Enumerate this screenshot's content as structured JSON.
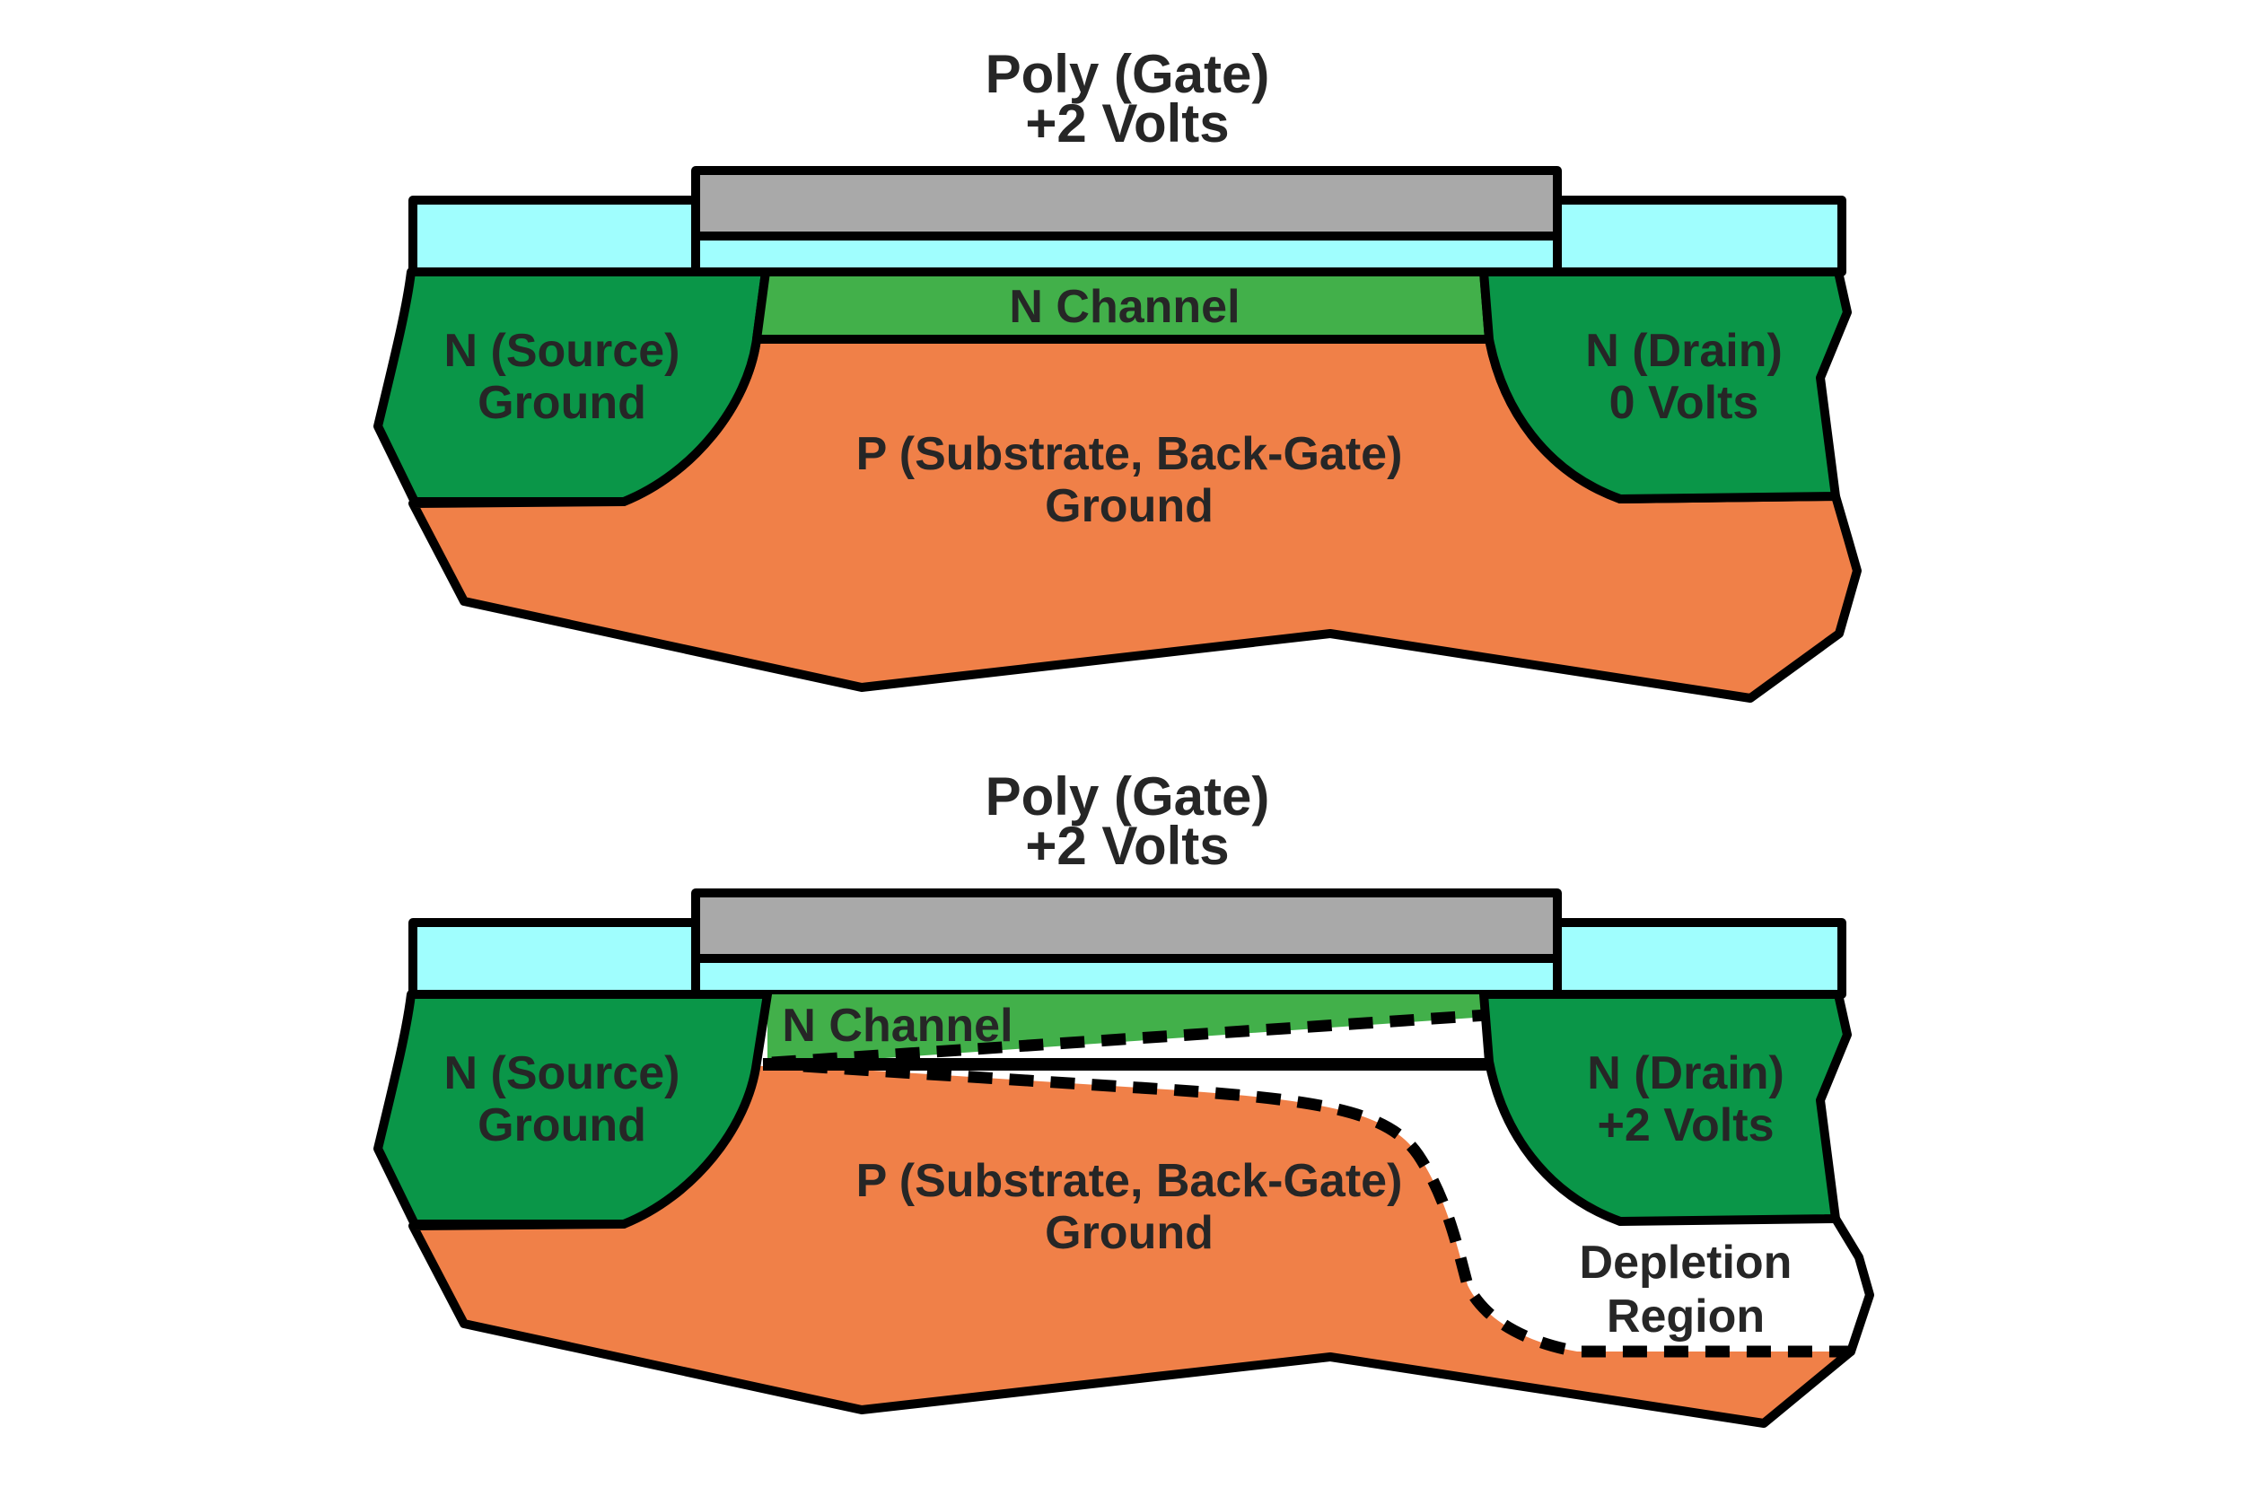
{
  "colors": {
    "oxide_cyan": "#A0FEFE",
    "poly_gray": "#A9A9A9",
    "n_region_green": "#0A9648",
    "channel_green": "#42B04A",
    "substrate_orange": "#F08048",
    "outline_black": "#000000",
    "text_dark": "#262626",
    "depletion_white": "#FFFFFF"
  },
  "diagram_top": {
    "title_line1": "Poly (Gate)",
    "title_line2": "+2 Volts",
    "channel_label": "N Channel",
    "source_line1": "N (Source)",
    "source_line2": "Ground",
    "drain_line1": "N (Drain)",
    "drain_line2": "0 Volts",
    "substrate_line1": "P (Substrate, Back-Gate)",
    "substrate_line2": "Ground"
  },
  "diagram_bottom": {
    "title_line1": "Poly (Gate)",
    "title_line2": "+2 Volts",
    "channel_label": "N Channel",
    "source_line1": "N (Source)",
    "source_line2": "Ground",
    "drain_line1": "N (Drain)",
    "drain_line2": "+2 Volts",
    "substrate_line1": "P (Substrate, Back-Gate)",
    "substrate_line2": "Ground",
    "depletion_line1": "Depletion",
    "depletion_line2": "Region"
  }
}
